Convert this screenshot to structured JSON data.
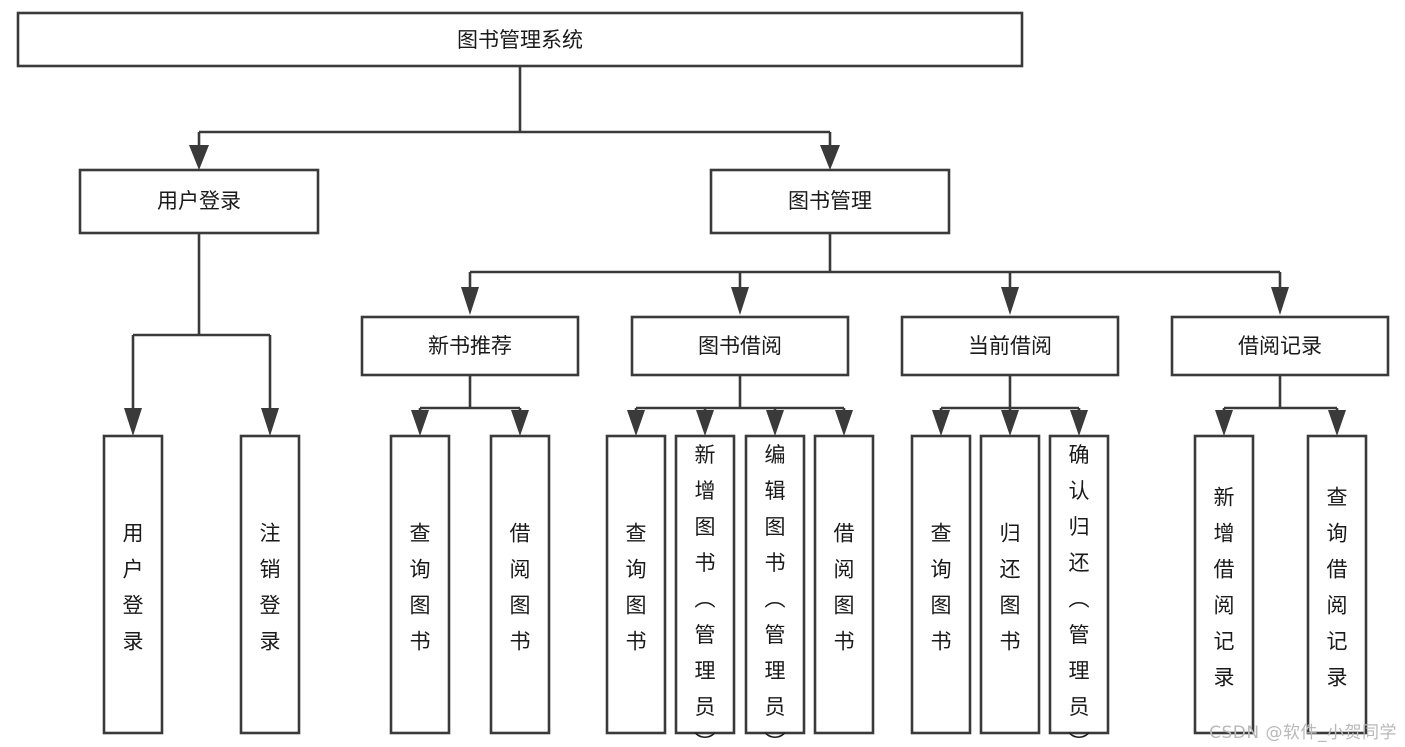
{
  "diagram": {
    "title": "图书管理系统",
    "type": "hierarchy-tree",
    "levels": 4,
    "root": {
      "id": "root",
      "label": "图书管理系统",
      "orientation": "horizontal"
    },
    "level2": [
      {
        "id": "user-login",
        "label": "用户登录",
        "orientation": "horizontal"
      },
      {
        "id": "book-manage",
        "label": "图书管理",
        "orientation": "horizontal"
      }
    ],
    "level3": [
      {
        "id": "new-book-recommend",
        "label": "新书推荐",
        "parent": "book-manage",
        "orientation": "horizontal"
      },
      {
        "id": "book-borrow",
        "label": "图书借阅",
        "parent": "book-manage",
        "orientation": "horizontal"
      },
      {
        "id": "current-borrow",
        "label": "当前借阅",
        "parent": "book-manage",
        "orientation": "horizontal"
      },
      {
        "id": "borrow-record",
        "label": "借阅记录",
        "parent": "book-manage",
        "orientation": "horizontal"
      }
    ],
    "leaves": [
      {
        "id": "leaf-user-login",
        "label": "用户登录",
        "parent": "user-login",
        "orientation": "vertical"
      },
      {
        "id": "leaf-logout-login",
        "label": "注销登录",
        "parent": "user-login",
        "orientation": "vertical"
      },
      {
        "id": "leaf-query-book-1",
        "label": "查询图书",
        "parent": "new-book-recommend",
        "orientation": "vertical"
      },
      {
        "id": "leaf-borrow-book-1",
        "label": "借阅图书",
        "parent": "new-book-recommend",
        "orientation": "vertical"
      },
      {
        "id": "leaf-query-book-2",
        "label": "查询图书",
        "parent": "book-borrow",
        "orientation": "vertical"
      },
      {
        "id": "leaf-add-book",
        "label": "新增图书（管理员）",
        "parent": "book-borrow",
        "orientation": "vertical"
      },
      {
        "id": "leaf-edit-book",
        "label": "编辑图书（管理员）",
        "parent": "book-borrow",
        "orientation": "vertical"
      },
      {
        "id": "leaf-borrow-book-2",
        "label": "借阅图书",
        "parent": "book-borrow",
        "orientation": "vertical"
      },
      {
        "id": "leaf-query-book-3",
        "label": "查询图书",
        "parent": "current-borrow",
        "orientation": "vertical"
      },
      {
        "id": "leaf-return-book",
        "label": "归还图书",
        "parent": "current-borrow",
        "orientation": "vertical"
      },
      {
        "id": "leaf-confirm-return",
        "label": "确认归还（管理员）",
        "parent": "current-borrow",
        "orientation": "vertical"
      },
      {
        "id": "leaf-add-record",
        "label": "新增借阅记录",
        "parent": "borrow-record",
        "orientation": "vertical"
      },
      {
        "id": "leaf-query-record",
        "label": "查询借阅记录",
        "parent": "borrow-record",
        "orientation": "vertical"
      }
    ],
    "colors": {
      "box_stroke": "#3a3a3a",
      "box_fill": "#ffffff",
      "text": "#1a1a1a",
      "background": "#ffffff",
      "watermark": "#b9b9b9"
    }
  },
  "watermark": {
    "text": "CSDN @软件_小贺同学"
  }
}
